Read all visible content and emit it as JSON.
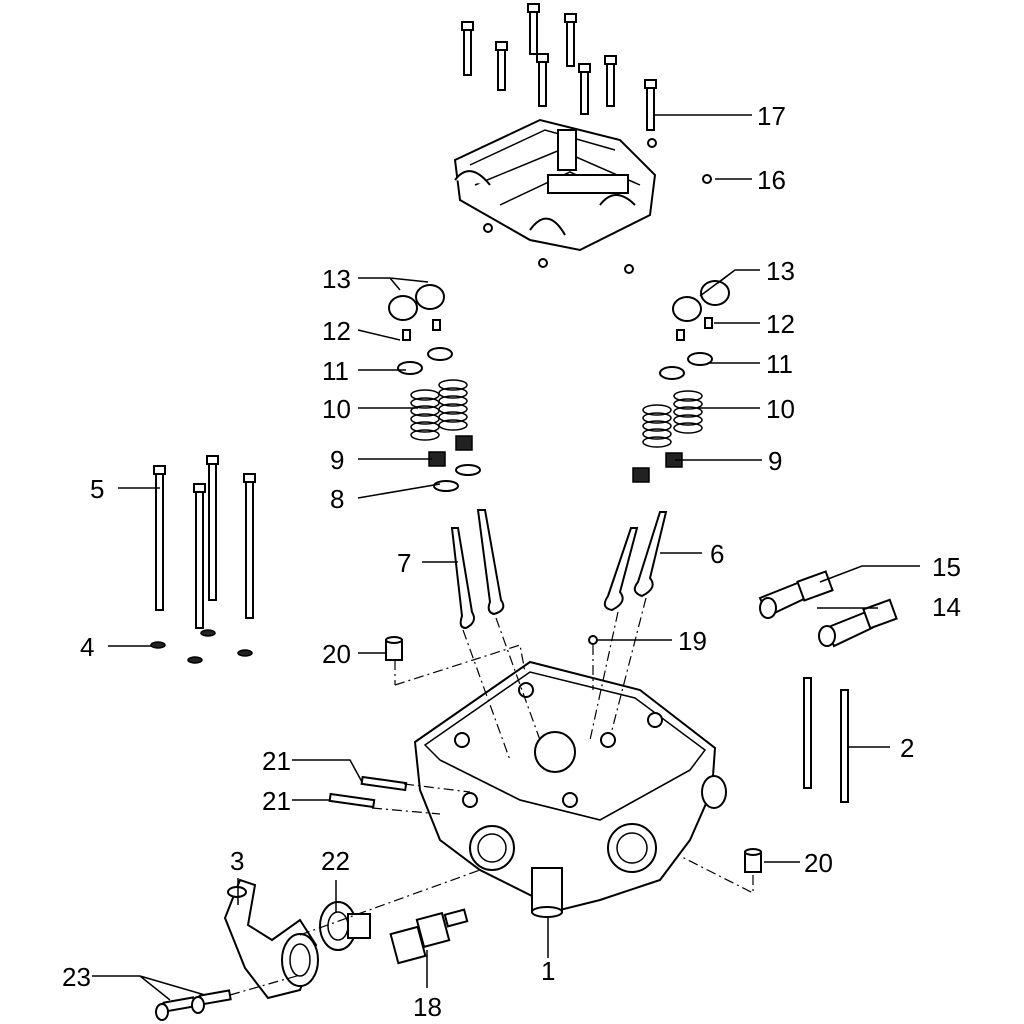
{
  "callouts": [
    {
      "name": "callout-1",
      "text": "1"
    },
    {
      "name": "callout-2",
      "text": "2"
    },
    {
      "name": "callout-3",
      "text": "3"
    },
    {
      "name": "callout-4",
      "text": "4"
    },
    {
      "name": "callout-5",
      "text": "5"
    },
    {
      "name": "callout-6",
      "text": "6"
    },
    {
      "name": "callout-7",
      "text": "7"
    },
    {
      "name": "callout-8",
      "text": "8"
    },
    {
      "name": "callout-9-left",
      "text": "9"
    },
    {
      "name": "callout-9-right",
      "text": "9"
    },
    {
      "name": "callout-10-left",
      "text": "10"
    },
    {
      "name": "callout-10-right",
      "text": "10"
    },
    {
      "name": "callout-11-left",
      "text": "11"
    },
    {
      "name": "callout-11-right",
      "text": "11"
    },
    {
      "name": "callout-12-left",
      "text": "12"
    },
    {
      "name": "callout-12-right",
      "text": "12"
    },
    {
      "name": "callout-13-left",
      "text": "13"
    },
    {
      "name": "callout-13-right",
      "text": "13"
    },
    {
      "name": "callout-14",
      "text": "14"
    },
    {
      "name": "callout-15",
      "text": "15"
    },
    {
      "name": "callout-16",
      "text": "16"
    },
    {
      "name": "callout-17",
      "text": "17"
    },
    {
      "name": "callout-18",
      "text": "18"
    },
    {
      "name": "callout-19",
      "text": "19"
    },
    {
      "name": "callout-20-left",
      "text": "20"
    },
    {
      "name": "callout-20-right",
      "text": "20"
    },
    {
      "name": "callout-21-upper",
      "text": "21"
    },
    {
      "name": "callout-21-lower",
      "text": "21"
    },
    {
      "name": "callout-22",
      "text": "22"
    },
    {
      "name": "callout-23",
      "text": "23"
    }
  ]
}
